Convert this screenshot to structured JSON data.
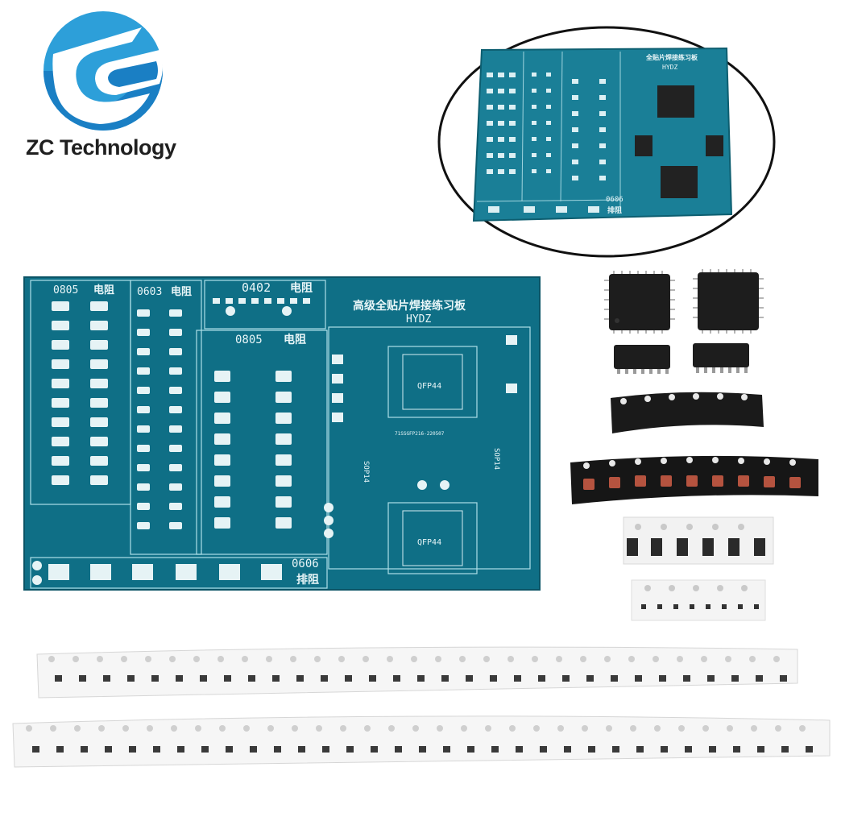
{
  "brand": {
    "name": "ZC Technology",
    "logo_colors": [
      "#1f8fd4",
      "#32b6e8",
      "#0b5fb0"
    ]
  },
  "pcb": {
    "title": "高级全贴片焊接练习板",
    "subtitle": "HYDZ",
    "section_0805_a": "0805",
    "section_0603": "0603",
    "section_0402": "0402",
    "section_0805_b": "0805",
    "resistor_label": "电阻",
    "chip_top": "QFP44",
    "chip_bottom": "QFP44",
    "sop_left": "SOP14",
    "sop_right": "SOP14",
    "section_0606": "0606",
    "array_label": "排阻",
    "serial": "71SSGFP216-220507",
    "board_color": "#0f6f86"
  },
  "inset": {
    "title": "全贴片焊接练习板",
    "subtitle": "HYDZ",
    "label_0606": "0606",
    "label_array": "排阻"
  }
}
